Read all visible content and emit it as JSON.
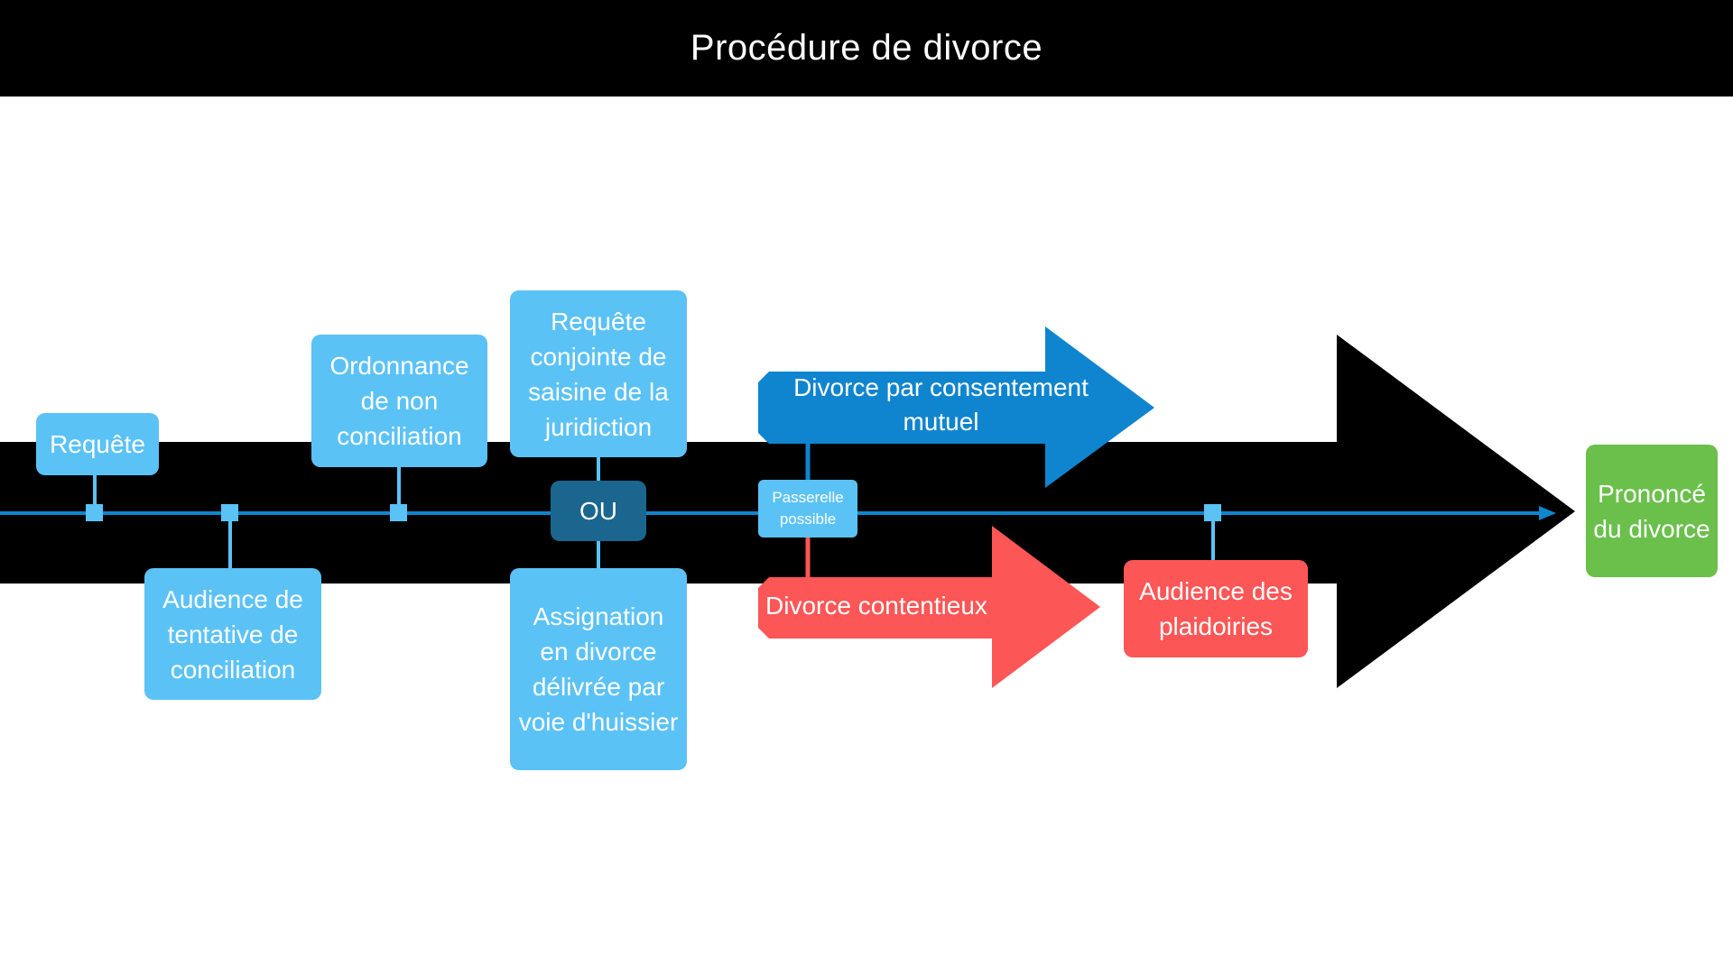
{
  "header": {
    "title": "Procédure de divorce"
  },
  "colors": {
    "timeline": "#0f86cf",
    "box_light": "#5bc2f6",
    "box_dark": "#1b668f",
    "consentement_arrow": "#1085cf",
    "contentieux": "#fc5656",
    "final": "#6ac04b",
    "band": "#000000"
  },
  "steps": {
    "requete": "Requête",
    "audience_conciliation": "Audience de tentative de conciliation",
    "ordonnance": "Ordonnance de non conciliation",
    "requete_conjointe": "Requête conjointe de saisine de la juridiction",
    "ou": "OU",
    "assignation": "Assignation en divorce délivrée par voie d'huissier",
    "passerelle": "Passerelle possible",
    "audience_plaidoiries": "Audience des plaidoiries",
    "prononce": "Prononcé du divorce"
  },
  "branches": {
    "consentement_mutuel": "Divorce par consentement mutuel",
    "contentieux": "Divorce contentieux"
  }
}
